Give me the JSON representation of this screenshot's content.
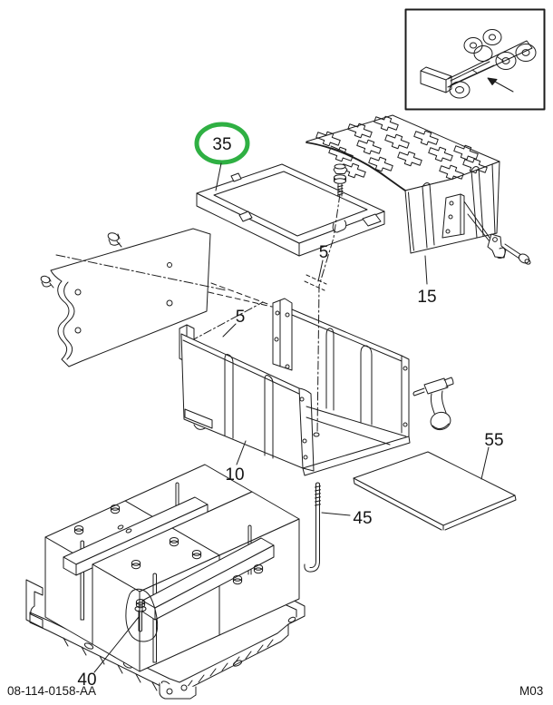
{
  "figure": {
    "doc_code": "08-114-0158-AA",
    "page_code": "M03"
  },
  "colors": {
    "line": "#1c1c1c",
    "highlight_green": "#2fb043",
    "background": "#ffffff"
  },
  "callouts": {
    "tray_frame": {
      "label": "35",
      "highlighted": true
    },
    "cover": {
      "label": "15",
      "highlighted": false
    },
    "mounting_bolt_upper": {
      "label": "5",
      "highlighted": false
    },
    "mounting_bolt_lower": {
      "label": "5",
      "highlighted": false
    },
    "battery_box": {
      "label": "10",
      "highlighted": false
    },
    "j_bolt": {
      "label": "45",
      "highlighted": false
    },
    "pad": {
      "label": "55",
      "highlighted": false
    },
    "hold_down_bolt": {
      "label": "40",
      "highlighted": false
    }
  },
  "inset": {
    "icon": "truck-chassis-icon",
    "pointer": "arrow-icon"
  }
}
